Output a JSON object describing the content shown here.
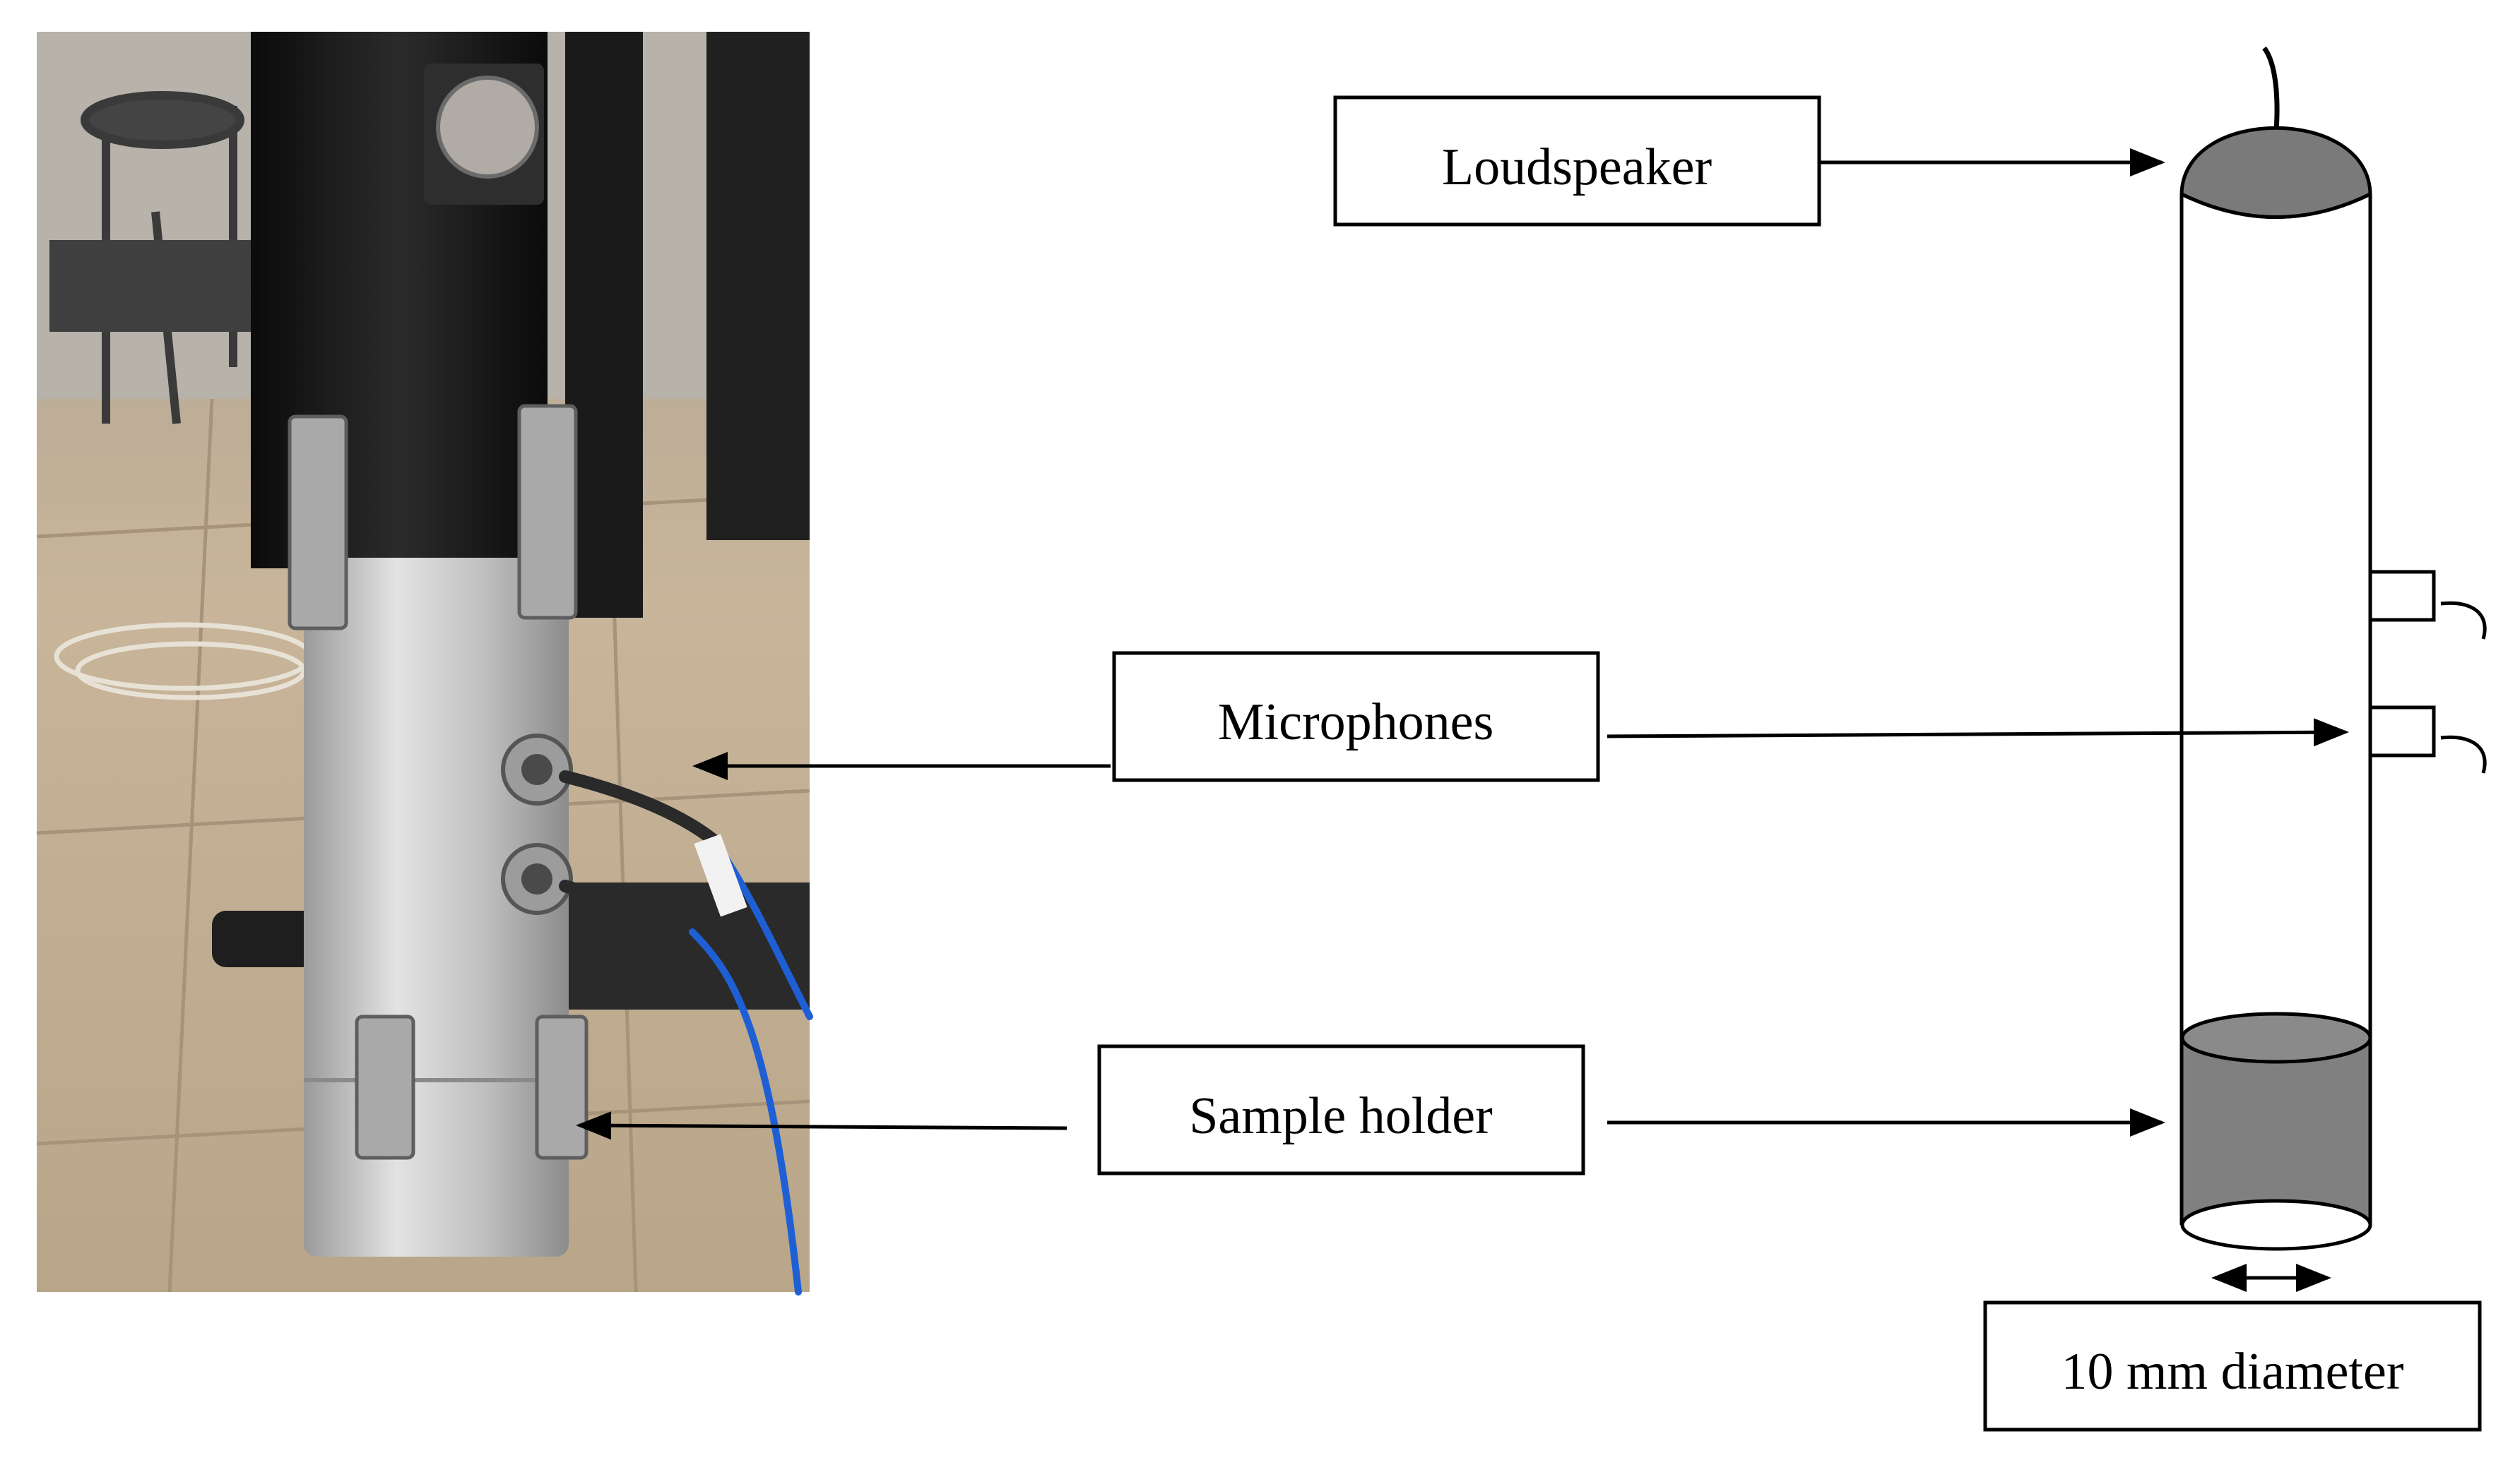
{
  "labels": {
    "loudspeaker": "Loudspeaker",
    "microphones": "Microphones",
    "sample_holder": "Sample holder",
    "diameter": "10 mm diameter"
  },
  "colors": {
    "line": "#000000",
    "box_border": "#000000",
    "speaker_fill": "#7a7a7a",
    "sample_fill": "#808080",
    "tube_fill": "#ffffff",
    "photo_floor": "#c9b79d",
    "photo_tube_black": "#151515",
    "photo_tube_metal": "#c9c9c9",
    "photo_cable": "#1f5fd6"
  },
  "icons": {
    "photo": "impedance-tube-photograph",
    "speaker": "loudspeaker-dome-icon",
    "microphone": "microphone-port-icon",
    "sample": "sample-cylinder-icon"
  }
}
